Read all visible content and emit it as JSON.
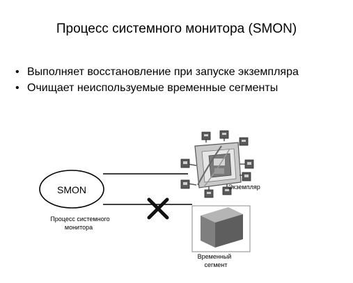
{
  "title": "Процесс системного монитора (SMON)",
  "bullets": [
    {
      "marker": "•",
      "text": "Выполняет восстановление при запуске экземпляра"
    },
    {
      "marker": "•",
      "text": "Очищает неиспользуемые временные сегменты"
    }
  ],
  "diagram": {
    "process_label": "SMON",
    "process_caption_line1": "Процесс системного",
    "process_caption_line2": "монитора",
    "instance_label": "Экземпляр",
    "segment_caption_line1": "Временный",
    "segment_caption_line2": "сегмент"
  },
  "colors": {
    "connector": "#000000",
    "cross": "#111111",
    "segment_border": "#8a8a8a",
    "segment_front": "#7f7f7f",
    "segment_top": "#b5b5b5",
    "segment_side": "#5e5e5e",
    "instance_block": "#555555",
    "instance_light": "#c9c9c9"
  },
  "icons": {
    "instance": "instance-machine-icon",
    "segment": "temporary-segment-cube-icon",
    "blocked": "cross-icon"
  }
}
